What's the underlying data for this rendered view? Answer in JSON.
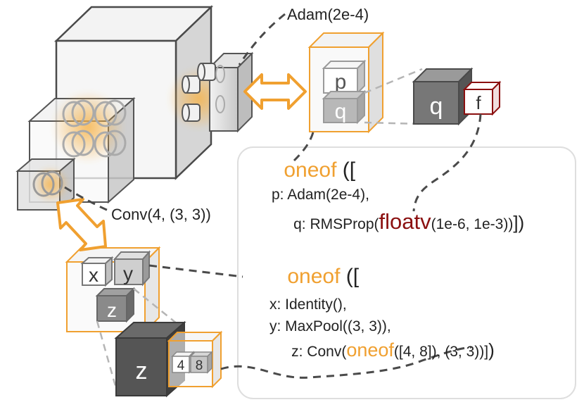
{
  "optimizer_label": "Adam(2e-4)",
  "conv_label": "Conv(4, (3, 3))",
  "opt_box": {
    "p": "p",
    "q": "q"
  },
  "opt_detail": {
    "q": "q",
    "f": "f"
  },
  "layer_box": {
    "x": "x",
    "y": "y",
    "z": "z"
  },
  "layer_detail": {
    "z": "z",
    "n1": "4",
    "n2": "8"
  },
  "code_top": {
    "kw": "oneof",
    "open": " ([",
    "line1": "p: Adam(2e-4),",
    "line2_pre": "q: RMSProp(",
    "line2_kw": "floatv",
    "line2_post": "(1e-6, 1e-3))",
    "line2_close": "])"
  },
  "code_bottom": {
    "kw": "oneof",
    "open": " ([",
    "line1": "x: Identity(),",
    "line2": "y: MaxPool((3, 3)),",
    "line3_pre": "z: Conv(",
    "line3_kw": "oneof",
    "line3_post": "([4, 8]), (3, 3))]",
    "line3_close": ")"
  },
  "colors": {
    "orange": "#f0a030",
    "dark_red": "#8b1010",
    "gray_dark": "#666666",
    "gray_mid": "#9a9a9a",
    "box_border": "#dddddd"
  }
}
